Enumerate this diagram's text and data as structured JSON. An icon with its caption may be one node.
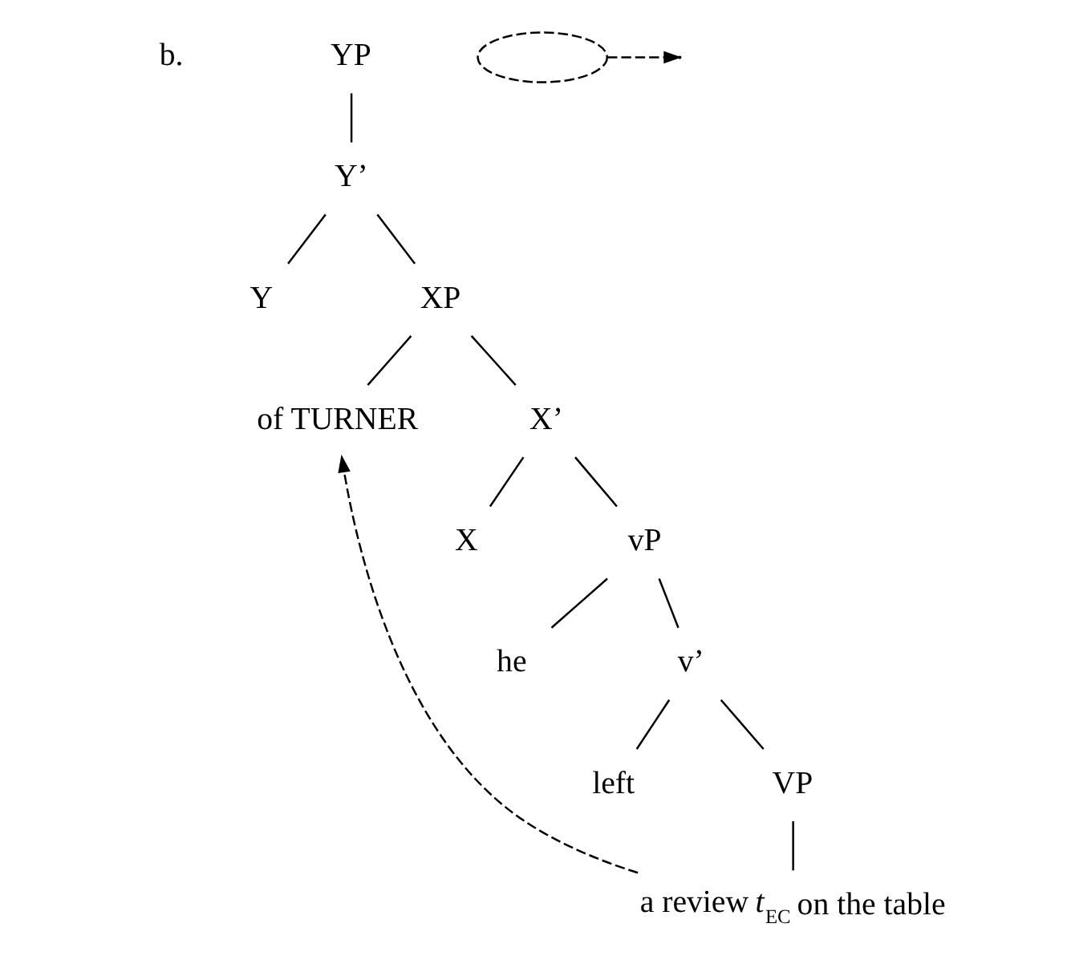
{
  "diagram": {
    "nodes": [
      {
        "text": [
          "YP"
        ]
      },
      {
        "text": [
          "Y’"
        ]
      },
      {
        "text": [
          "Y"
        ]
      },
      {
        "text": [
          "XP"
        ]
      },
      {
        "text": [
          "of TURNER"
        ]
      },
      {
        "text": [
          "X’"
        ]
      },
      {
        "text": [
          "X"
        ]
      },
      {
        "text": [
          "vP"
        ]
      },
      {
        "text": [
          "he"
        ]
      },
      {
        "text": [
          "v’"
        ]
      },
      {
        "text": [
          "left"
        ]
      },
      {
        "text": [
          "VP"
        ]
      },
      {
        "text": [
          "a review *t*$_{EC}$ on the table"
        ]
      },
      {
        "text": [],
        "shape": "arc"
      }
    ],
    "edges": [
      {
        "from": 0,
        "to": 1,
        "arrow": "none"
      },
      {
        "from": 1,
        "to": 2,
        "arrow": "none"
      },
      {
        "from": 1,
        "to": 3,
        "arrow": "none"
      },
      {
        "from": 3,
        "to": 4,
        "arrow": "none"
      },
      {
        "from": 3,
        "to": 5,
        "arrow": "none"
      },
      {
        "from": 5,
        "to": 6,
        "arrow": "none"
      },
      {
        "from": 5,
        "to": 7,
        "arrow": "none"
      },
      {
        "from": 7,
        "to": 8,
        "arrow": "none"
      },
      {
        "from": 7,
        "to": 9,
        "arrow": "none"
      },
      {
        "from": 9,
        "to": 10,
        "arrow": "none"
      },
      {
        "from": 9,
        "to": 11,
        "arrow": "none"
      },
      {
        "from": 11,
        "to": 12,
        "arrow": "none"
      },
      {
        "from": 13,
        "to": null,
        "arrow": "to",
        "style": "dashed"
      },
      {
        "from": 12,
        "to": 4,
        "arrow": "to",
        "style": "dashed"
      }
    ],
    "labels": [
      "b."
    ]
  }
}
